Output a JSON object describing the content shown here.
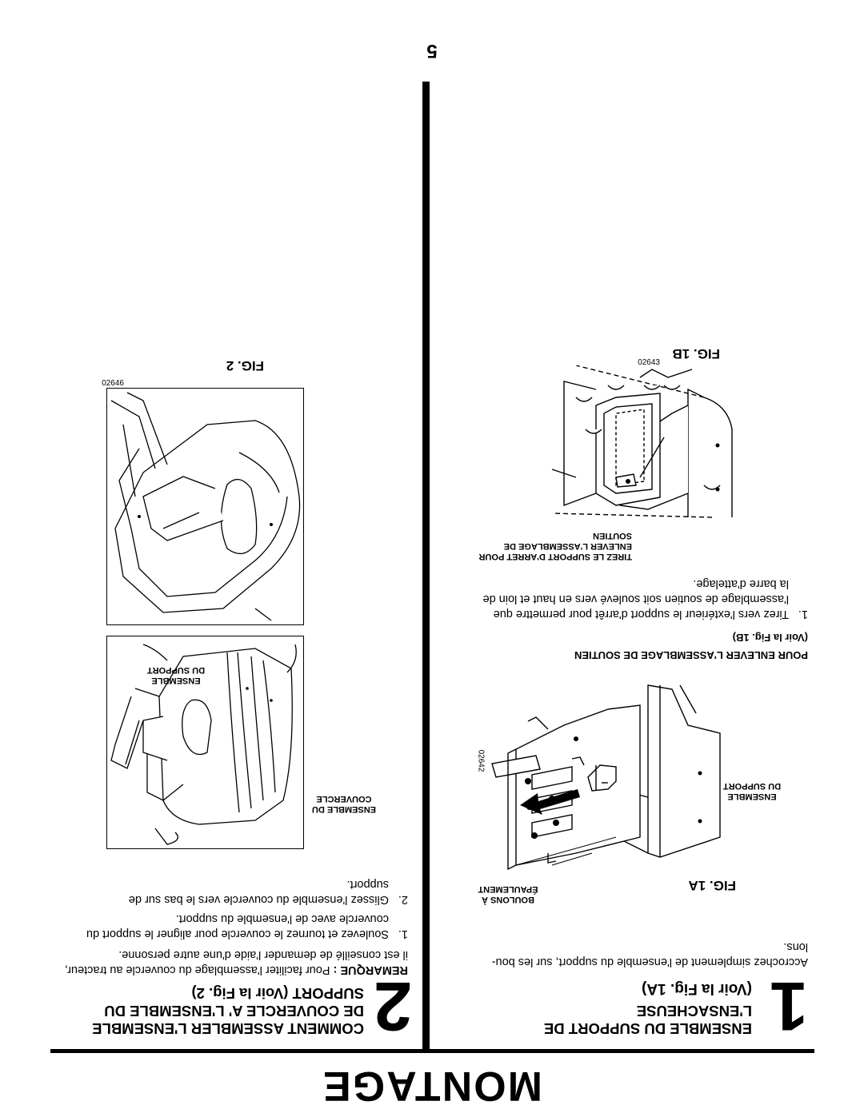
{
  "header": {
    "title": "MONTAGE"
  },
  "page_number": "5",
  "section1": {
    "number": "1",
    "heading_line1": "ENSEMBLE DU SUPPORT DE",
    "heading_line2": "L'ENSACHEUSE",
    "subheading": "(Voir la Fig. 1A)",
    "text_line1": "Accrochez simplement de l'ensemble du support, sur les bou-",
    "text_line2": "lons.",
    "fig1a": {
      "label": "FIG. 1A",
      "partno": "02642",
      "callout_assembly_line1": "ENSEMBLE",
      "callout_assembly_line2": "DU SUPPORT",
      "callout_bolts_line1": "BOULONS À",
      "callout_bolts_line2": "ÉPAULEMENT"
    },
    "remove_heading": "POUR ENLEVER L'ASSEMBLAGE DE SOUTIEN",
    "remove_subheading": "(Voir la Fig. 1B)",
    "remove_step_num": "1.",
    "remove_step_line1": "Tirez vers l'extérieur le support d'arrêt pour permettre que",
    "remove_step_line2": "l'assemblage de soutien soit soulevé vers en haut et loin de",
    "remove_step_line3": "la barre d'attelage.",
    "fig1b": {
      "label": "FIG. 1B",
      "partno": "02643",
      "callout_line1": "TIREZ LE SUPPORT D'ARRET POUR",
      "callout_line2": "ENLEVER L'ASSEMBLAGE DE",
      "callout_line3": "SOUTIEN"
    }
  },
  "section2": {
    "number": "2",
    "heading_line1": "COMMENT ASSEMBLER L'ENSEMBLE",
    "heading_line2": "DE COUVERCLE A' L'ENSEMBLE DU",
    "heading_line3": "SUPPORT (Voir la Fig. 2)",
    "remark_label": "REMARQUE :",
    "remark_line1": "Pour faciliter l'assemblage du couvercle au tracteur,",
    "remark_line2": "il est conseillé de demander l'aide d'une autre personne.",
    "step1_num": "1.",
    "step1_line1": "Soulevez et tournez le couvercle pour aligner le support du",
    "step1_line2": "couvercle avec de l'ensemble du support.",
    "step2_num": "2.",
    "step2_line1": "Glissez l'ensemble du couvercle vers le bas sur de",
    "step2_line2": "support.",
    "fig_left": {
      "callout_cover_line1": "ENSEMBLE DU",
      "callout_cover_line2": "COUVERCLE",
      "callout_support_line1": "ENSEMBLE",
      "callout_support_line2": "DU SUPPORT"
    },
    "fig2": {
      "label": "FIG. 2",
      "partno": "02646"
    }
  }
}
